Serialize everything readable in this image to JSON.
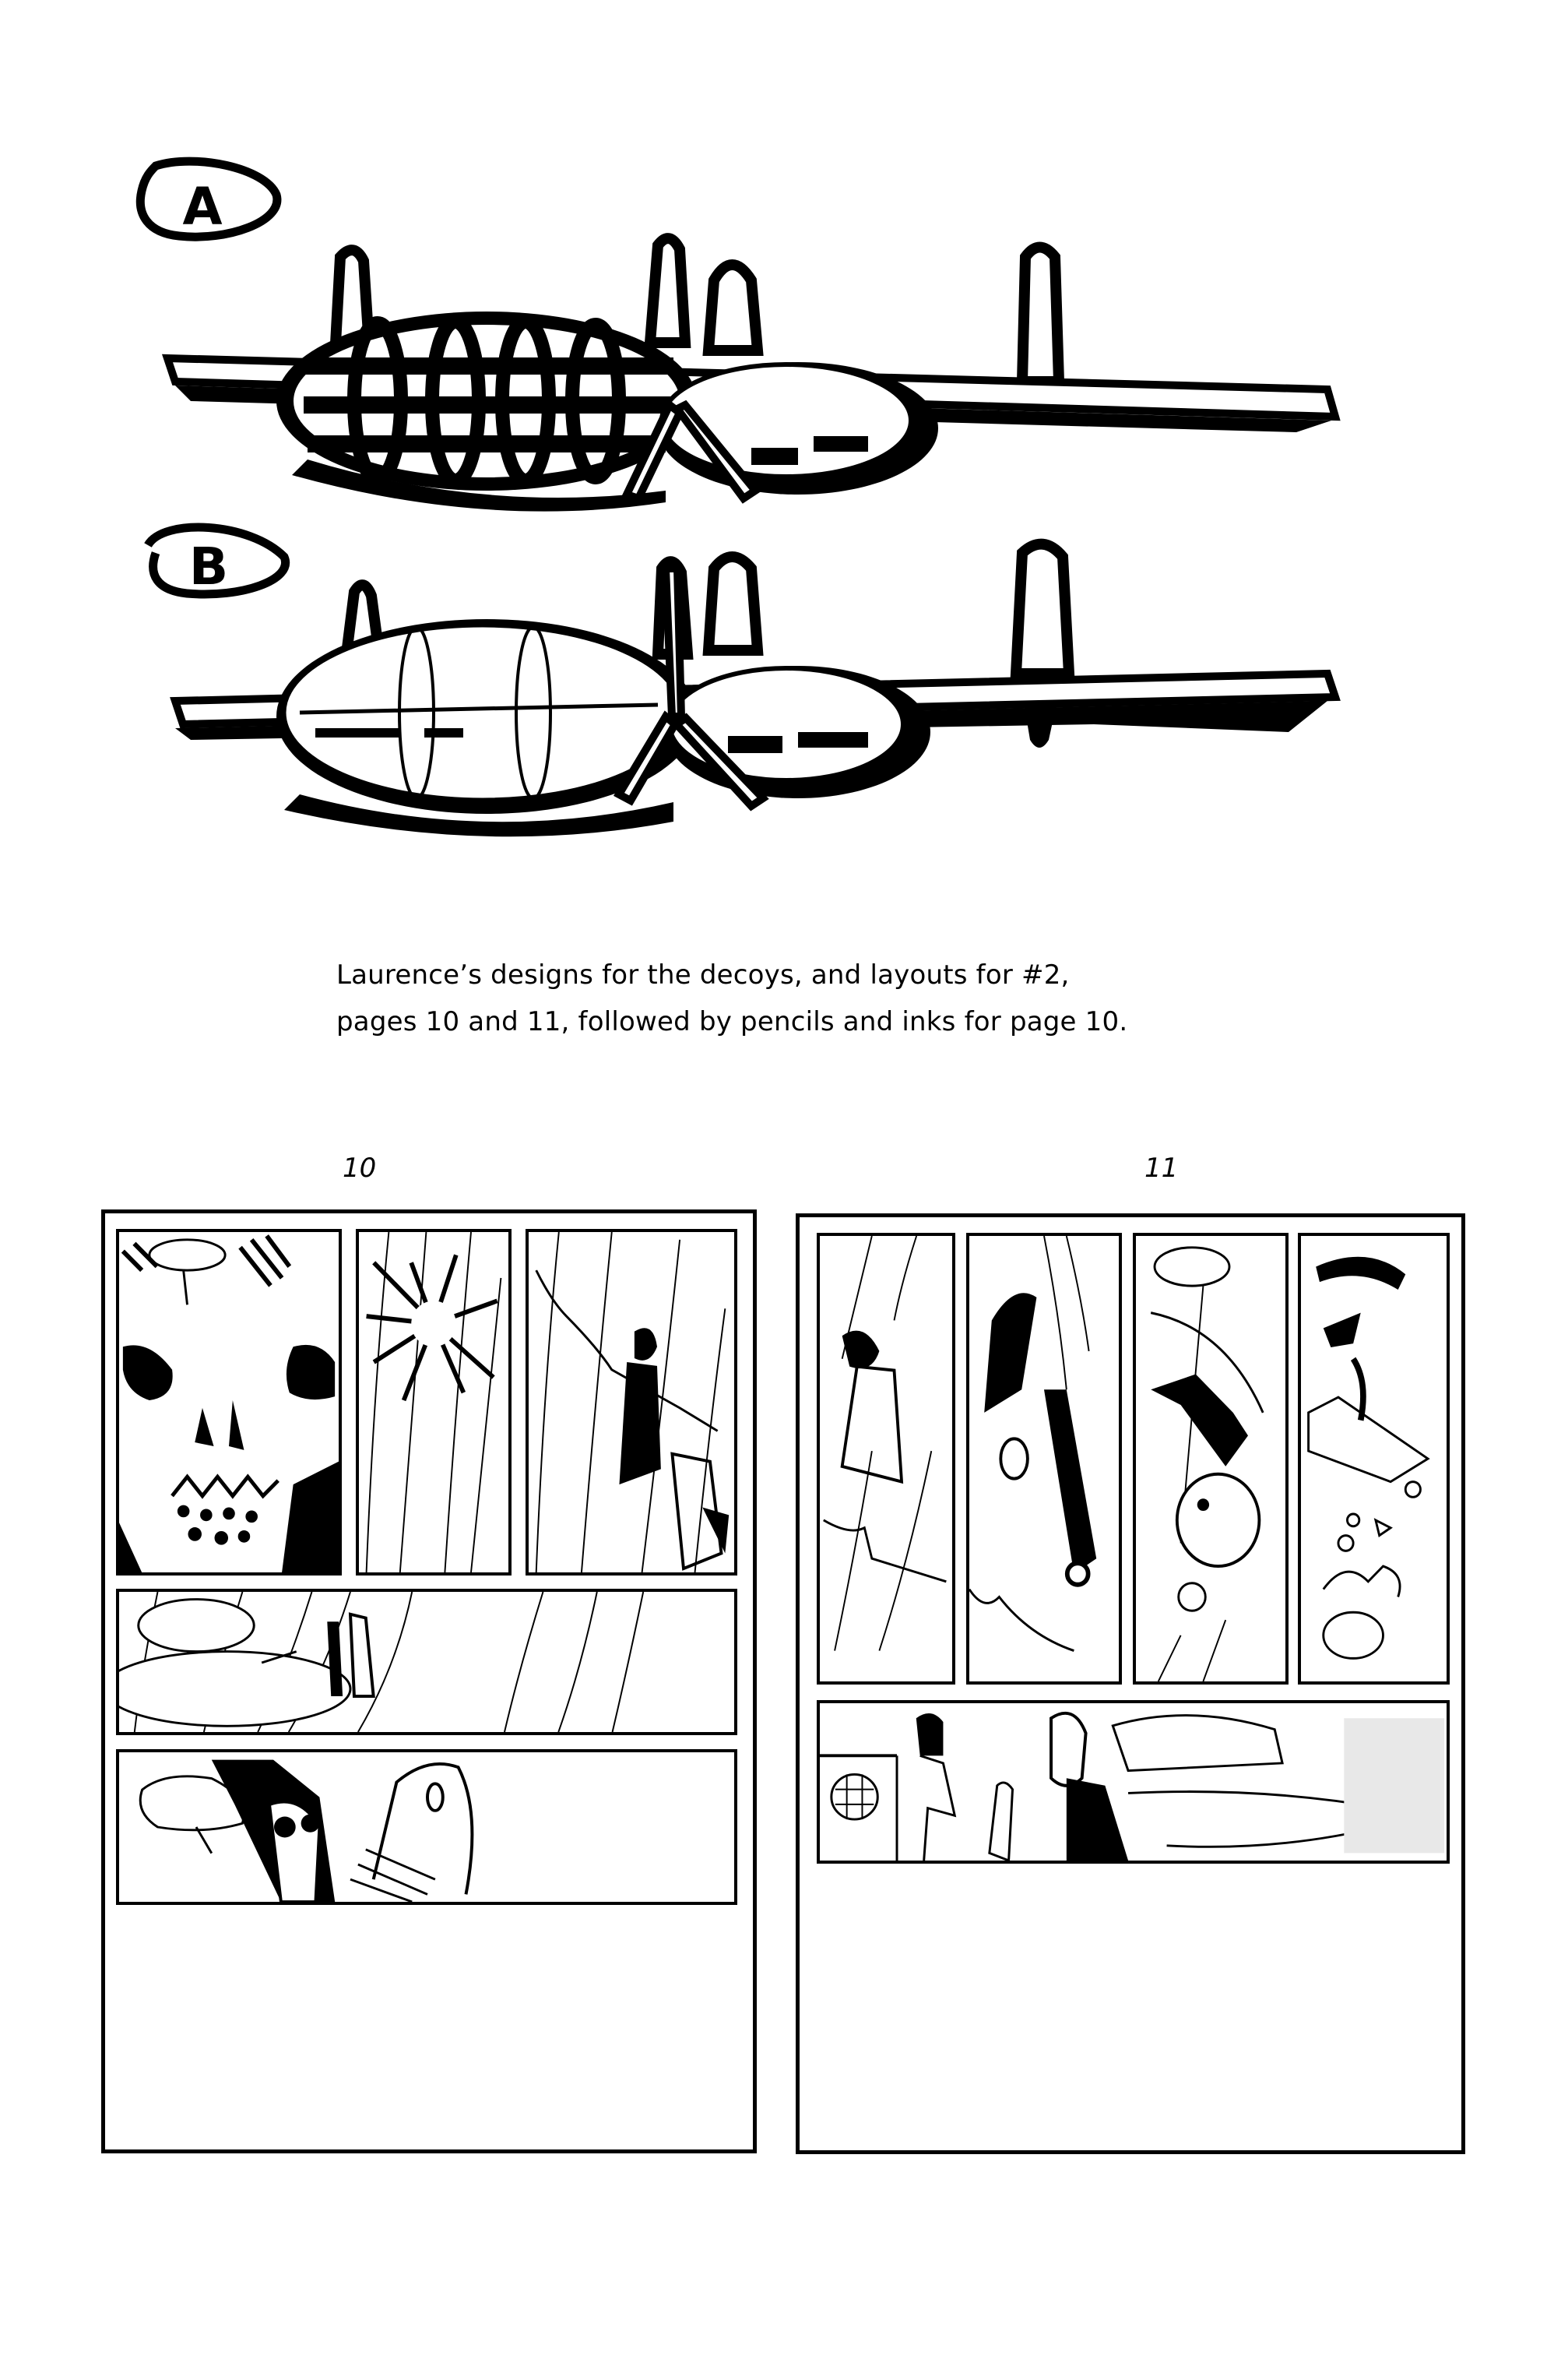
{
  "designs": {
    "label_a": "A",
    "label_b": "B",
    "plane_a_description": "Decoy design A: twin-boom aircraft with caged/lattice fuselage",
    "plane_b_description": "Decoy design B: twin-boom aircraft with smooth ribbed fuselage"
  },
  "caption": {
    "line1": "Laurence’s designs for the decoys, and layouts for #2,",
    "line2": "pages 10 and 11, followed by pencils and inks for page 10."
  },
  "layouts": {
    "page_10": {
      "number": "10",
      "panels": [
        {
          "id": "p10-1",
          "description": "Close-up skull face with speech balloon"
        },
        {
          "id": "p10-2",
          "description": "Explosion burst with speed lines"
        },
        {
          "id": "p10-3",
          "description": "Figure falling with cape, lightning"
        },
        {
          "id": "p10-4",
          "description": "Wide panel: two balloons, two small figures, speed lines"
        },
        {
          "id": "p10-5",
          "description": "Wide panel: balloon, skull and masked face"
        }
      ]
    },
    "page_11": {
      "number": "11",
      "panels": [
        {
          "id": "p11-1",
          "description": "Upside-down figure falling"
        },
        {
          "id": "p11-2",
          "description": "Diving figure with speed lines"
        },
        {
          "id": "p11-3",
          "description": "Tumbling figure with balloon"
        },
        {
          "id": "p11-4",
          "description": "Debris and sound effect, balloons"
        },
        {
          "id": "p11-5",
          "description": "Wide panel: interior scene with figures and machine"
        }
      ]
    }
  },
  "colors": {
    "ink": "#000000",
    "paper": "#ffffff"
  }
}
